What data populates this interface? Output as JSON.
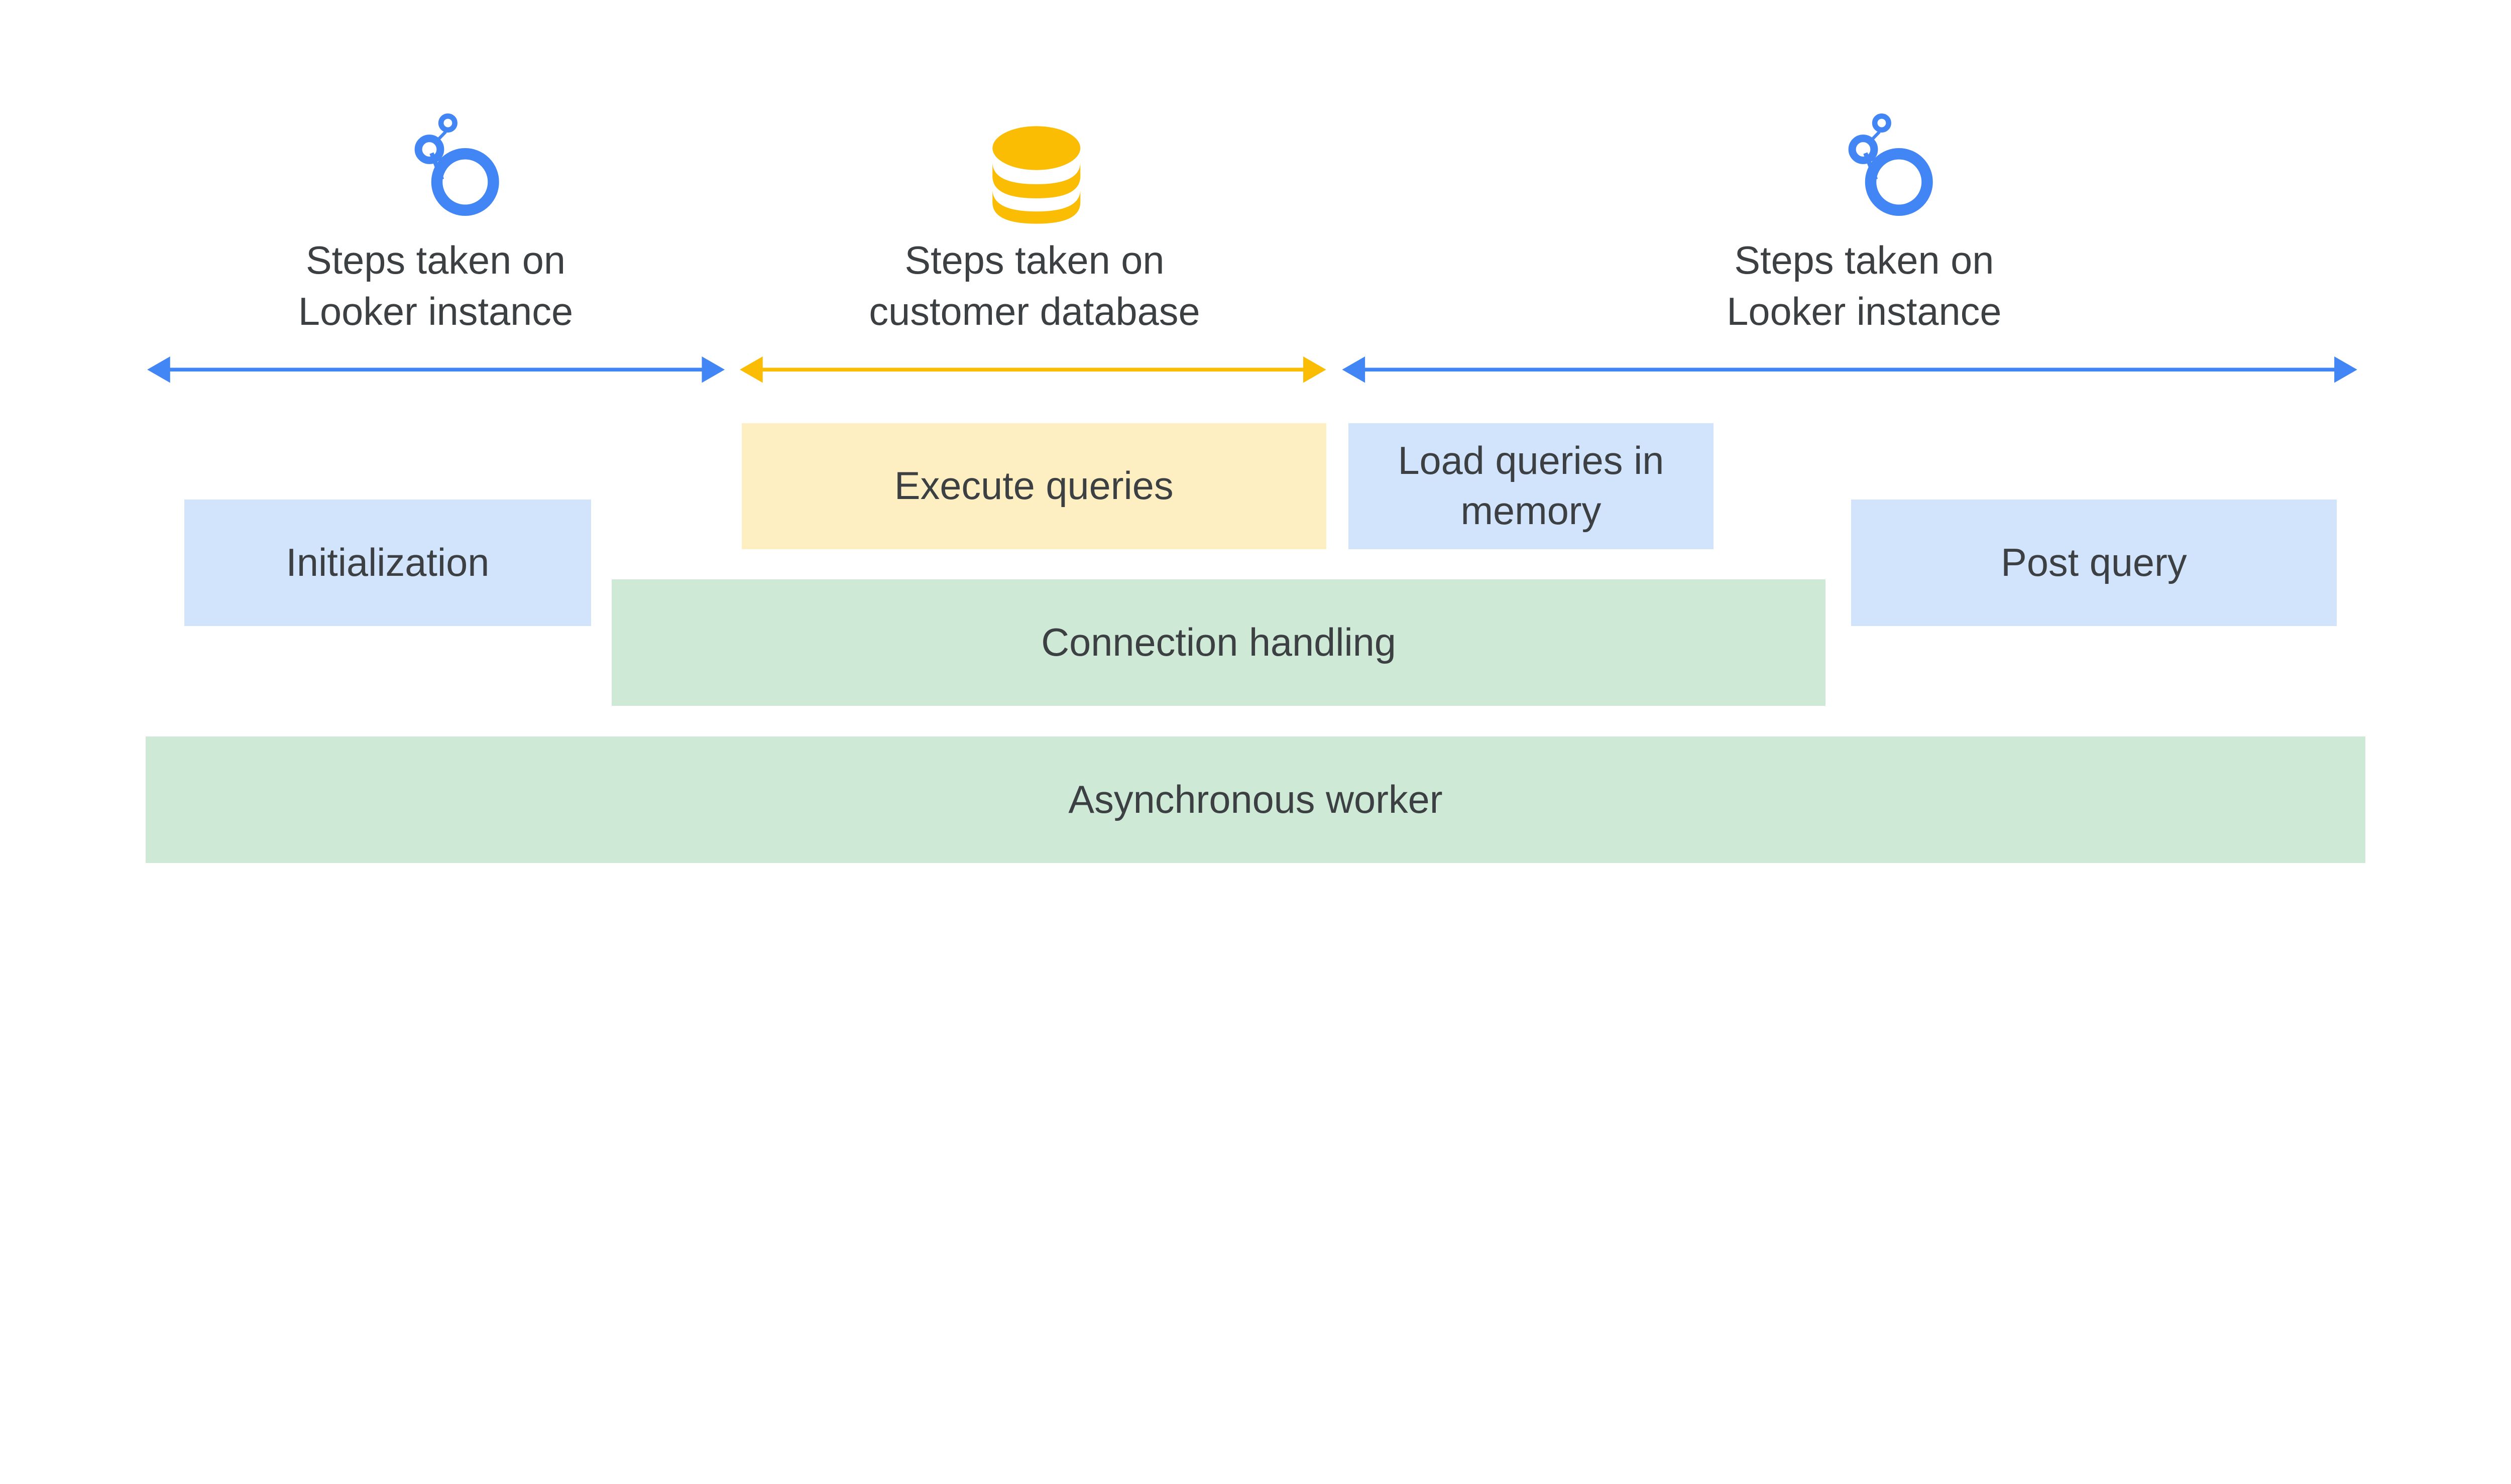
{
  "colors": {
    "blue": "#4285F4",
    "yellow": "#FBBC04",
    "light_blue": "#D2E3FC",
    "light_yellow": "#FEEFC3",
    "light_green": "#CEEAD6",
    "text": "#3C4043"
  },
  "sections": [
    {
      "icon": "looker-icon",
      "line1": "Steps taken on",
      "line2": "Looker instance"
    },
    {
      "icon": "database-icon",
      "line1": "Steps taken on",
      "line2": "customer database"
    },
    {
      "icon": "looker-icon",
      "line1": "Steps taken on",
      "line2": "Looker instance"
    }
  ],
  "boxes": {
    "initialization": "Initialization",
    "execute_queries": "Execute queries",
    "load_queries": "Load queries in memory",
    "post_query": "Post query",
    "connection_handling": "Connection handling",
    "async_worker": "Asynchronous worker"
  }
}
